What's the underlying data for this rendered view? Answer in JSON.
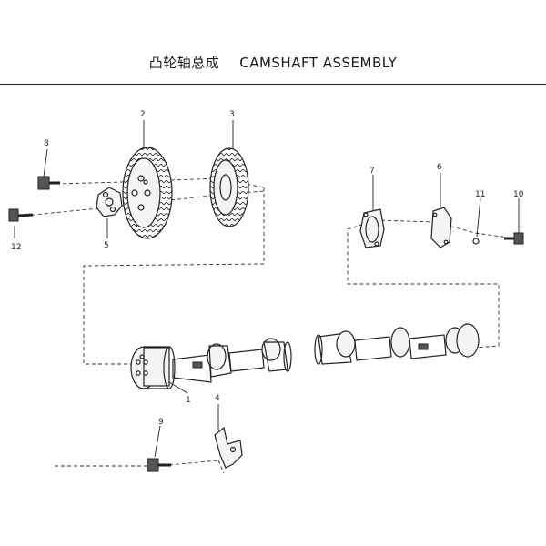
{
  "title": {
    "chinese": "凸轮轴总成",
    "english": "CAMSHAFT ASSEMBLY"
  },
  "callouts": {
    "c1": "1",
    "c2": "2",
    "c3": "3",
    "c4": "4",
    "c5": "5",
    "c6": "6",
    "c7": "7",
    "c8": "8",
    "c9": "9",
    "c10": "10",
    "c11": "11",
    "c12": "12"
  }
}
